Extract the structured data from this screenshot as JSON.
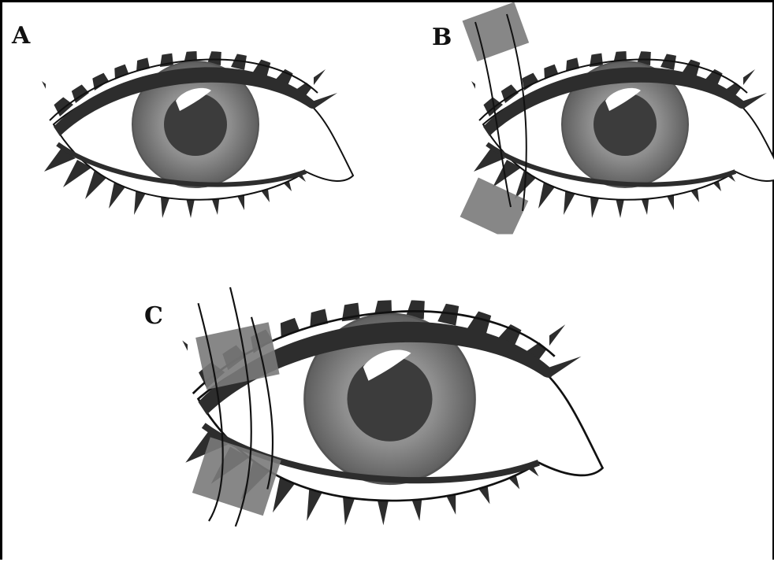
{
  "panels": [
    {
      "label": "A",
      "tape": false
    },
    {
      "label": "B",
      "tape": true
    },
    {
      "label": "C",
      "tape": true
    }
  ],
  "colors": {
    "lash": "#2d2d2d",
    "iris_outer": "#7b7b7b",
    "iris_inner": "#9a9a9a",
    "pupil": "#3c3c3c",
    "tape": "#7a7a7a",
    "line": "#111111"
  }
}
